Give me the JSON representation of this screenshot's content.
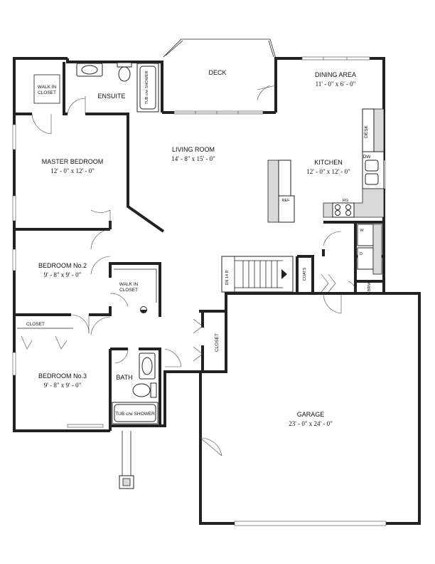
{
  "rooms": {
    "deck": {
      "name": "DECK"
    },
    "dining": {
      "name": "DINING AREA",
      "dim": "11' - 0\" x 6' - 0\""
    },
    "living": {
      "name": "LIVING ROOM",
      "dim": "14' - 8\" x 15' - 0\""
    },
    "kitchen": {
      "name": "KITCHEN",
      "dim": "12' - 0\" x 12' - 0\""
    },
    "master": {
      "name": "MASTER BEDROOM",
      "dim": "12' - 0\" x 12' - 0\""
    },
    "bed2": {
      "name": "BEDROOM No.2",
      "dim": "9' - 8\" x 9' - 0\""
    },
    "bed3": {
      "name": "BEDROOM No.3",
      "dim": "9' - 8\" x 9' - 0\""
    },
    "garage": {
      "name": "GARAGE",
      "dim": "23' - 0\" x 24' - 0\""
    },
    "ensuite": {
      "name": "ENSUITE"
    },
    "bath": {
      "name": "BATH"
    }
  },
  "labels": {
    "walk_in_closet_1": "WALK IN",
    "walk_in_closet_2": "CLOSET",
    "closet": "CLOSET",
    "tub_shower_vertical": "TUB c/w SHOWER",
    "tub_shower": "TUB c/w SHOWER",
    "desk": "DESK",
    "dw": "DW",
    "ref": "REF",
    "rg": "RG",
    "washer": "W",
    "dryer": "D",
    "coats": "COATS",
    "brm": "BRM",
    "stairs": "DN 14 R"
  }
}
